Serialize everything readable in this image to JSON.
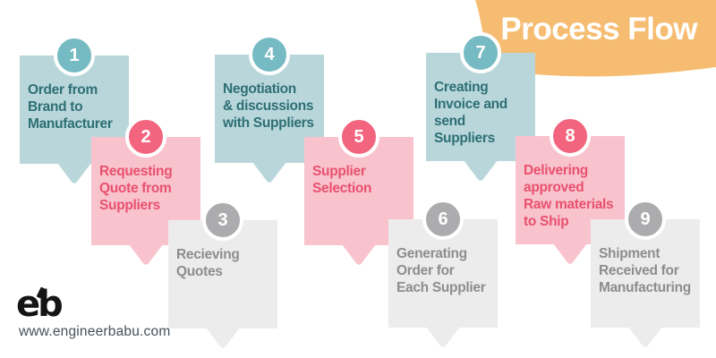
{
  "header": {
    "title": "Process Flow"
  },
  "footer": {
    "logo_text": "eb",
    "website": "www.engineerbabu.com"
  },
  "palette": {
    "banner_orange": "#f6bd72",
    "teal_card": "#b9d7da",
    "teal_circle": "#76bac3",
    "teal_text": "#2d6f75",
    "pink_card": "#f9c3ce",
    "pink_circle": "#f3647f",
    "pink_text": "#e8516d",
    "gray_card": "#ececec",
    "gray_circle": "#acacae",
    "gray_text": "#8d8d8f",
    "logo_black": "#141414",
    "url_text": "#45515b",
    "number_text": "#ffffff"
  },
  "steps": [
    {
      "num": "1",
      "color": "teal",
      "title": "Order from\nBrand to\nManufacturer"
    },
    {
      "num": "2",
      "color": "pink",
      "title": "Requesting\nQuote from\nSuppliers"
    },
    {
      "num": "3",
      "color": "gray",
      "title": "Recieving\nQuotes"
    },
    {
      "num": "4",
      "color": "teal",
      "title": "Negotiation\n& discussions\nwith Suppliers"
    },
    {
      "num": "5",
      "color": "pink",
      "title": "Supplier\nSelection"
    },
    {
      "num": "6",
      "color": "gray",
      "title": "Generating\nOrder for\nEach Supplier"
    },
    {
      "num": "7",
      "color": "teal",
      "title": "Creating\nInvoice and\nsend\nSuppliers"
    },
    {
      "num": "8",
      "color": "pink",
      "title": "Delivering\napproved\nRaw materials\nto Ship"
    },
    {
      "num": "9",
      "color": "gray",
      "title": "Shipment\nReceived for\nManufacturing"
    }
  ]
}
